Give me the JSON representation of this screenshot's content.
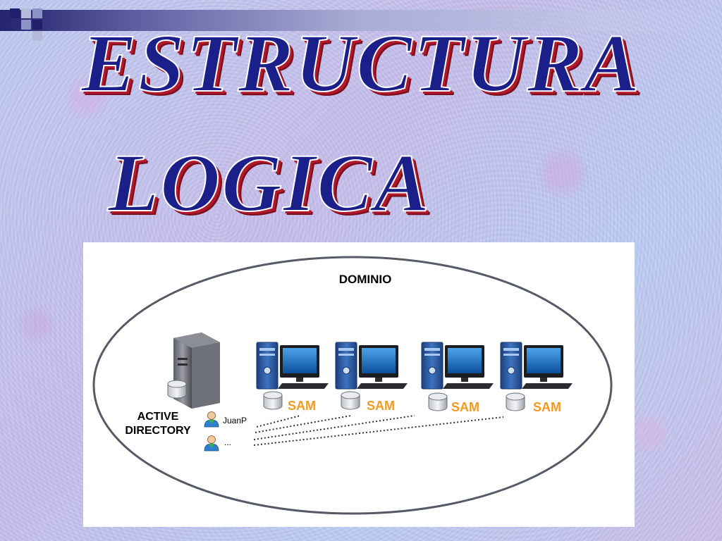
{
  "slide": {
    "title_line1": "ESTRUCTURA",
    "title_line2": "LOGICA"
  },
  "diagram": {
    "domain_label": "DOMINIO",
    "server_label_line1": "ACTIVE",
    "server_label_line2": "DIRECTORY",
    "users": [
      "JuanP",
      "..."
    ],
    "workstations": [
      {
        "label": "SAM"
      },
      {
        "label": "SAM"
      },
      {
        "label": "SAM"
      },
      {
        "label": "SAM"
      }
    ]
  },
  "colors": {
    "title_fill": "#1b1f8a",
    "title_shadow": "#b2182b",
    "sam_text": "#f29a1d",
    "monitor_screen": "#1e6fc4",
    "tower_blue": "#2e5fa8",
    "ellipse_stroke": "#555a66"
  },
  "icons": [
    "server-icon",
    "database-icon",
    "user-icon",
    "computer-icon"
  ]
}
